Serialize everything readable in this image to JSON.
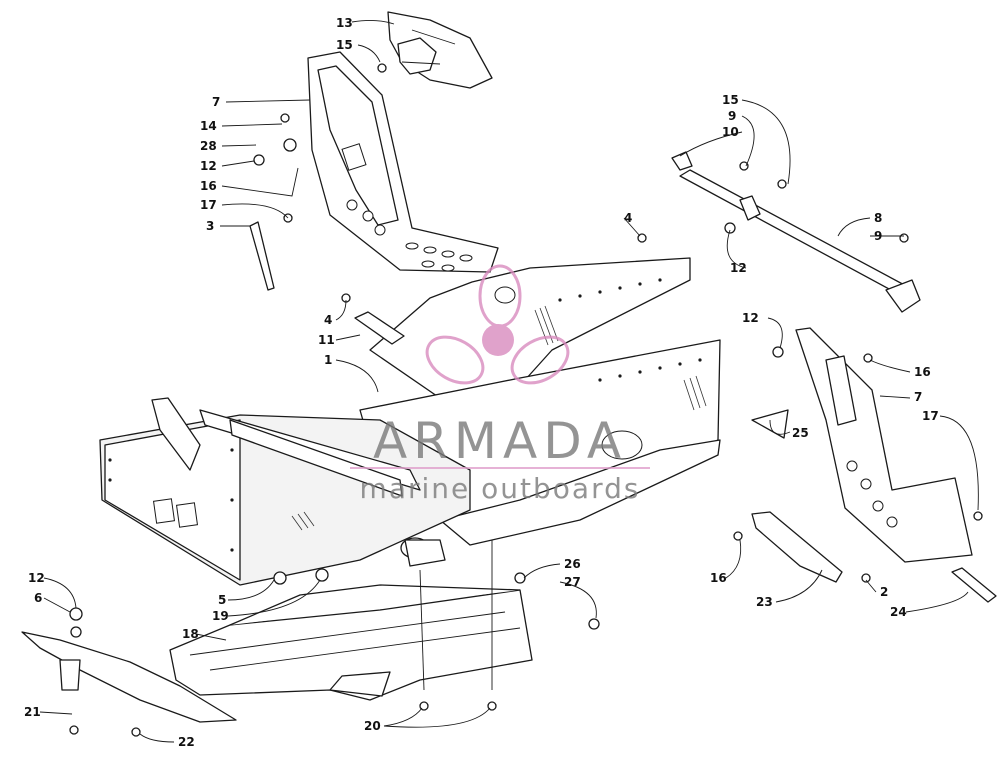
{
  "watermark": {
    "brand": "ARMADA",
    "tagline": "marine outboards",
    "brand_color": "#7a7a7a",
    "logo_color": "#d98bbf",
    "line_color": "#e0a0cc"
  },
  "callouts": [
    {
      "id": "c13a",
      "label": "13"
    },
    {
      "id": "c15a",
      "label": "15"
    },
    {
      "id": "c7a",
      "label": "7"
    },
    {
      "id": "c14",
      "label": "14"
    },
    {
      "id": "c28",
      "label": "28"
    },
    {
      "id": "c12a",
      "label": "12"
    },
    {
      "id": "c16a",
      "label": "16"
    },
    {
      "id": "c17a",
      "label": "17"
    },
    {
      "id": "c3",
      "label": "3"
    },
    {
      "id": "c4a",
      "label": "4"
    },
    {
      "id": "c11",
      "label": "11"
    },
    {
      "id": "c1",
      "label": "1"
    },
    {
      "id": "c4b",
      "label": "4"
    },
    {
      "id": "c15b",
      "label": "15"
    },
    {
      "id": "c9a",
      "label": "9"
    },
    {
      "id": "c10",
      "label": "10"
    },
    {
      "id": "c8",
      "label": "8"
    },
    {
      "id": "c9b",
      "label": "9"
    },
    {
      "id": "c12b",
      "label": "12"
    },
    {
      "id": "c12c",
      "label": "12"
    },
    {
      "id": "c16b",
      "label": "16"
    },
    {
      "id": "c7b",
      "label": "7"
    },
    {
      "id": "c25",
      "label": "25"
    },
    {
      "id": "c17b",
      "label": "17"
    },
    {
      "id": "c12d",
      "label": "12"
    },
    {
      "id": "c6",
      "label": "6"
    },
    {
      "id": "c5",
      "label": "5"
    },
    {
      "id": "c19",
      "label": "19"
    },
    {
      "id": "c18",
      "label": "18"
    },
    {
      "id": "c26",
      "label": "26"
    },
    {
      "id": "c27",
      "label": "27"
    },
    {
      "id": "c16c",
      "label": "16"
    },
    {
      "id": "c23",
      "label": "23"
    },
    {
      "id": "c2",
      "label": "2"
    },
    {
      "id": "c24",
      "label": "24"
    },
    {
      "id": "c21",
      "label": "21"
    },
    {
      "id": "c22",
      "label": "22"
    },
    {
      "id": "c20",
      "label": "20"
    }
  ]
}
